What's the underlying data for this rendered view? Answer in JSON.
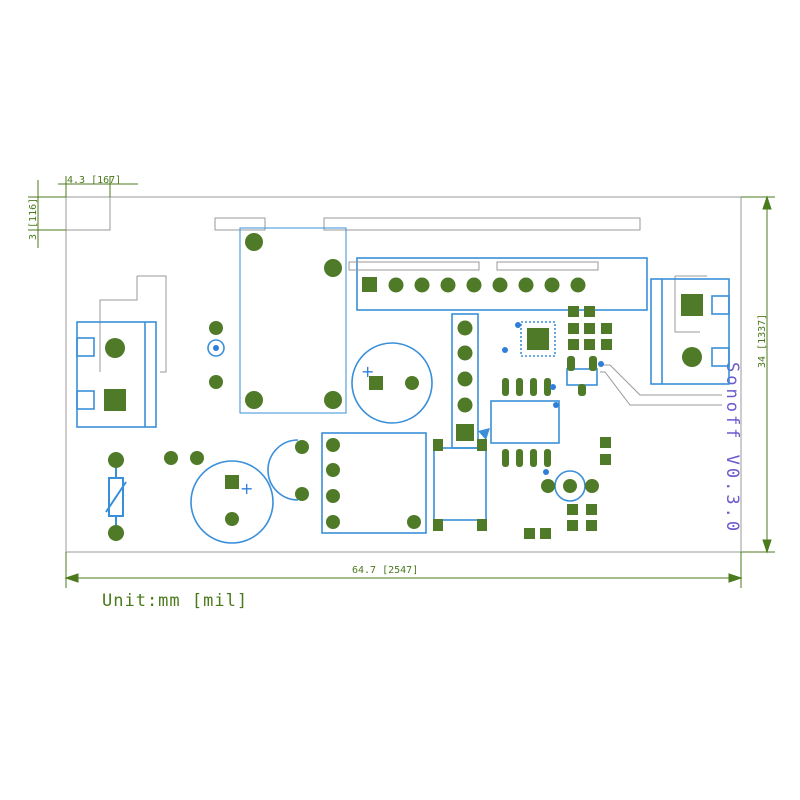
{
  "colors": {
    "outline": "#9a9a9a",
    "silk": "#3a8fd9",
    "pad": "#4f7a28",
    "dimension": "#4a7a1c",
    "brand": "#6a5acd"
  },
  "dimensions": {
    "width": "64.7 [2547]",
    "height": "34 [1337]",
    "notch_width": "4.3 [167]",
    "notch_height": "3 [116]"
  },
  "unit_note": "Unit:mm [mil]",
  "board_label": "Sonoff V0.3.0",
  "markings": {
    "plus": "+"
  }
}
